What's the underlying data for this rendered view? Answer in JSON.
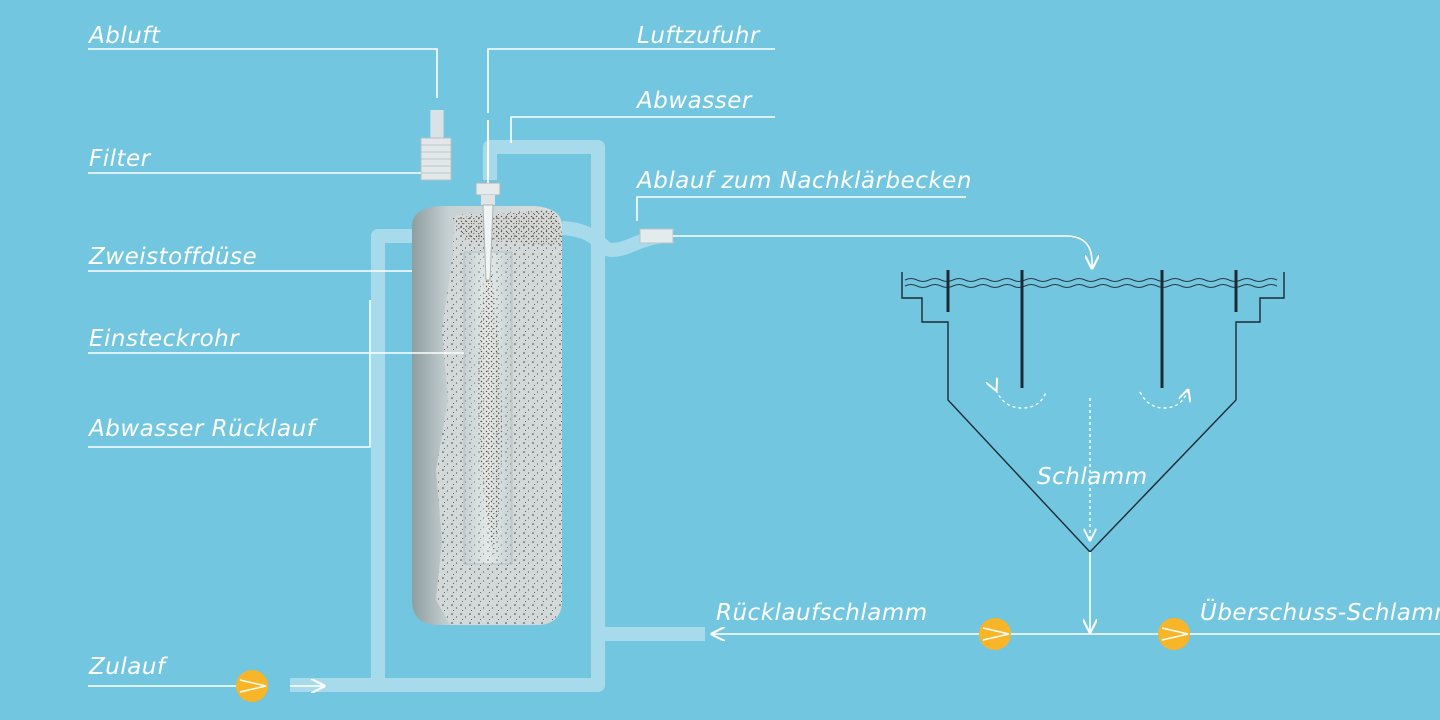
{
  "colors": {
    "background": "#72c6df",
    "pipe": "#a7dbeb",
    "line": "#ffffff",
    "tank_body": "#c9d3d4",
    "pump": "#f7b527",
    "dark_line": "#1d2a33"
  },
  "labels": {
    "abluft": "Abluft",
    "luftzufuhr": "Luftzufuhr",
    "abwasser": "Abwasser",
    "filter": "Filter",
    "ablauf": "Ablauf zum Nachklärbecken",
    "zweistoffduese": "Zweistoffdüse",
    "einsteckrohr": "Einsteckrohr",
    "abwasser_ruecklauf": "Abwasser Rücklauf",
    "schlamm": "Schlamm",
    "ruecklaufschlamm": "Rücklaufschlamm",
    "ueberschuss": "Überschuss-Schlamm",
    "zulauf": "Zulauf"
  },
  "icons": {
    "pump": "pump-icon",
    "arrow": "arrow-icon"
  }
}
